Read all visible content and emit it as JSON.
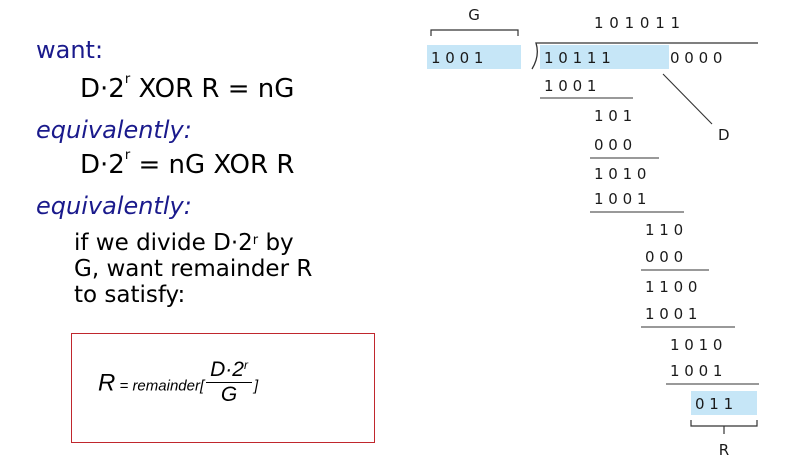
{
  "left": {
    "want": "want:",
    "eq1": "D·2ʳ XOR R = nG",
    "equiv1": "equivalently:",
    "eq2": "D·2ʳ = nG XOR R",
    "equiv2": "equivalently:",
    "para_line1": "if we divide D·2ʳ by",
    "para_line2": "G, want remainder R",
    "para_line3": "to satisfy:",
    "formula": {
      "R": "R",
      "eq_text": " = remainder[",
      "num": "D·2",
      "num_sup": "r",
      "den": "G",
      "close": "]"
    }
  },
  "division": {
    "label_G": "G",
    "label_D": "D",
    "label_R": "R",
    "divisor": "1 0 0 1",
    "quotient": "1 0 1 0 1 1",
    "dividend_data": "1 0 1 1 1",
    "dividend_zeros": "0 0 0 0",
    "steps": [
      "1 0 0 1",
      "1 0 1",
      "0 0 0",
      "1 0 1 0",
      "1 0 0 1",
      "1 1 0",
      "0 0 0",
      "1 1 0 0",
      "1 0 0 1",
      "1 0 1 0",
      "1 0 0 1"
    ],
    "remainder": "0 1 1",
    "colors": {
      "highlight": "#c6e6f7",
      "line": "#333333",
      "formula_border": "#c0272d",
      "heading": "#1a1a8c"
    }
  }
}
